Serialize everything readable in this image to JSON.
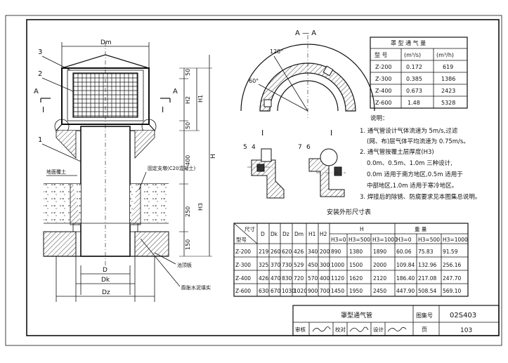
{
  "section_label": "A — A",
  "angle_120": "120°",
  "angle_60": "60°",
  "labels": {
    "dm": "Dm",
    "d": "D",
    "dk": "Dk",
    "dz": "Dz",
    "h": "H",
    "h1": "H1",
    "h2": "H2",
    "h3": "H3",
    "a_left": "A",
    "a_right": "A",
    "i_left": "I",
    "i_right": "I",
    "i_detail_left": "I",
    "i_detail_right": "I",
    "n1": "1",
    "n2": "2",
    "n3": "3",
    "n4": "4",
    "n5": "5",
    "n6": "6",
    "n7": "7",
    "d50a": "50",
    "d50b": "50",
    "d400": "400",
    "d250": "250",
    "d150": "150"
  },
  "annotations": {
    "soil_surface": "地面覆土",
    "fixed_support": "固定支墩(C20混凝土)",
    "drain_ring": "池顶板",
    "waterproof": "膨胀水泥填实"
  },
  "vent_table": {
    "title": "罩 型 通 气 量",
    "headers": [
      "型  号",
      "(m³/s)",
      "(m³/h)"
    ],
    "rows": [
      [
        "Z-200",
        "0.172",
        "619"
      ],
      [
        "Z-300",
        "0.385",
        "1386"
      ],
      [
        "Z-400",
        "0.673",
        "2423"
      ],
      [
        "Z-600",
        "1.48",
        "5328"
      ]
    ]
  },
  "notes": {
    "title": "说明：",
    "lines": [
      "1. 通气管设计气体流速为 5m/s,过滤",
      "(网、布)层气体平均流速为 0.75m/s。",
      "2. 通气管按覆土层厚度(H3)",
      "0.0m、0.5m、1.0m 三种设计,",
      "0.0m 适用于南方地区,0.5m 适用于",
      "中部地区,1.0m 适用于寒冷地区。",
      "3. 焊接后的除锈、防腐要求见本图集总说明。"
    ]
  },
  "dim_table": {
    "title": "安装外形尺寸表",
    "corner_top": "尺寸",
    "corner_bottom": "型号",
    "cols": [
      "D",
      "Dk",
      "Dz",
      "Dm",
      "H1",
      "H2"
    ],
    "h_group": "H",
    "h_cols": [
      "H3=0",
      "H3=500",
      "H3=1000"
    ],
    "w_group": "重          量",
    "w_cols": [
      "H3=0",
      "H3=500",
      "H3=1000"
    ],
    "rows": [
      [
        "Z-200",
        "219",
        "260",
        "620",
        "426",
        "340",
        "200",
        "890",
        "1380",
        "1890",
        "60.06",
        "75.83",
        "91.59"
      ],
      [
        "Z-300",
        "325",
        "370",
        "730",
        "529",
        "450",
        "300",
        "1000",
        "1500",
        "2000",
        "109.84",
        "132.96",
        "256.16"
      ],
      [
        "Z-400",
        "426",
        "470",
        "830",
        "720",
        "570",
        "400",
        "1120",
        "1620",
        "2120",
        "186.40",
        "217.08",
        "247.70"
      ],
      [
        "Z-600",
        "630",
        "670",
        "1030",
        "1020",
        "900",
        "700",
        "1450",
        "1950",
        "2450",
        "447.90",
        "508.54",
        "569.10"
      ]
    ]
  },
  "title_block": {
    "drawing_title": "罩型通气管",
    "atlas_label": "图集号",
    "atlas_no": "02S403",
    "review": "审核",
    "check": "校对",
    "design": "设计",
    "page_label": "页",
    "page_no": "103"
  }
}
